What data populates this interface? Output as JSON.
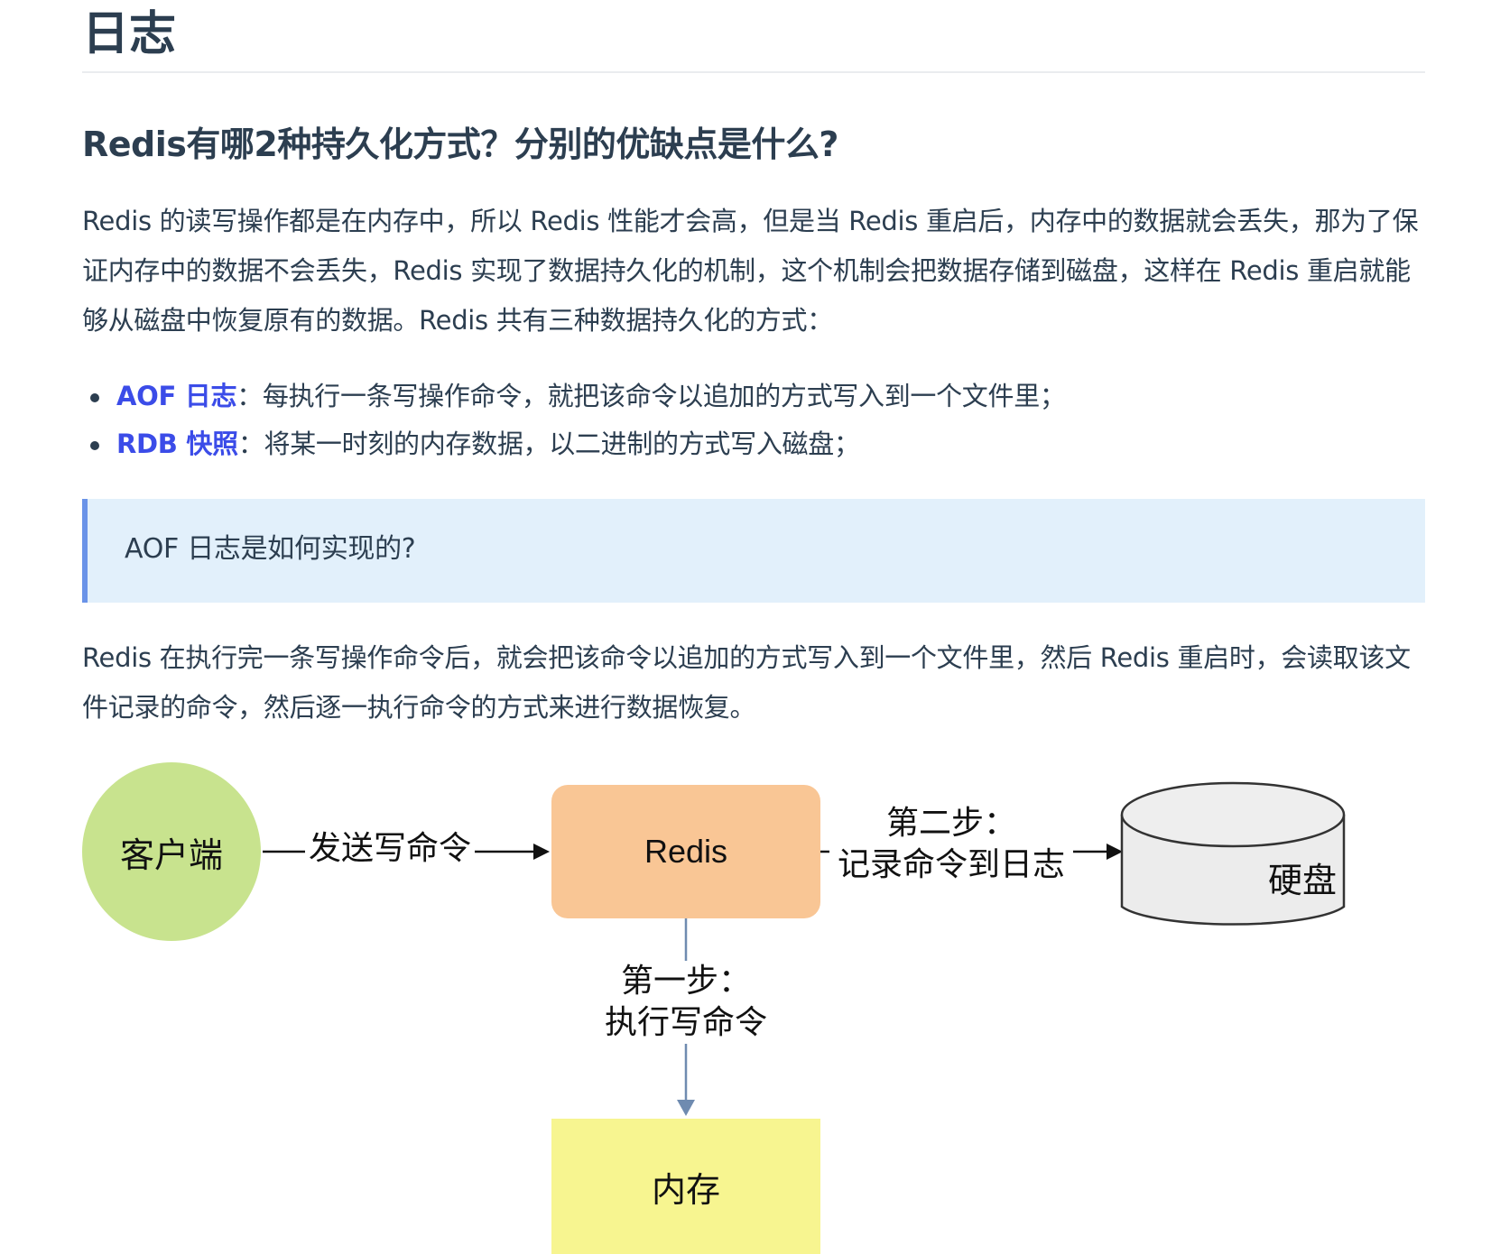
{
  "page": {
    "h1": "日志",
    "h2": "Redis有哪2种持久化方式？分别的优缺点是什么?",
    "intro_paragraph": "Redis 的读写操作都是在内存中，所以 Redis 性能才会高，但是当 Redis 重启后，内存中的数据就会丢失，那为了保证内存中的数据不会丢失，Redis 实现了数据持久化的机制，这个机制会把数据存储到磁盘，这样在 Redis 重启就能够从磁盘中恢复原有的数据。Redis 共有三种数据持久化的方式：",
    "methods": [
      {
        "term": "AOF 日志",
        "desc": "：每执行一条写操作命令，就把该命令以追加的方式写入到一个文件里；"
      },
      {
        "term": "RDB 快照",
        "desc": "：将某一时刻的内存数据，以二进制的方式写入磁盘；"
      }
    ],
    "tip": "AOF 日志是如何实现的?",
    "aof_paragraph": "Redis 在执行完一条写操作命令后，就会把该命令以追加的方式写入到一个文件里，然后 Redis 重启时，会读取该文件记录的命令，然后逐一执行命令的方式来进行数据恢复。"
  },
  "diagram": {
    "nodes": {
      "client": "客户端",
      "redis": "Redis",
      "disk": "硬盘",
      "memory": "内存"
    },
    "edges": {
      "send": "发送写命令",
      "step2_title": "第二步：",
      "step2_desc": "记录命令到日志",
      "step1_title": "第一步：",
      "step1_desc": "执行写命令"
    }
  },
  "colors": {
    "text": "#2c3e50",
    "term_link": "#3b4ce8",
    "tip_bg": "#e2f0fb",
    "tip_border": "#6a93e8",
    "client_fill": "#c8e38e",
    "redis_fill": "#f9c695",
    "memory_fill": "#f7f590",
    "disk_fill": "#ececec"
  }
}
